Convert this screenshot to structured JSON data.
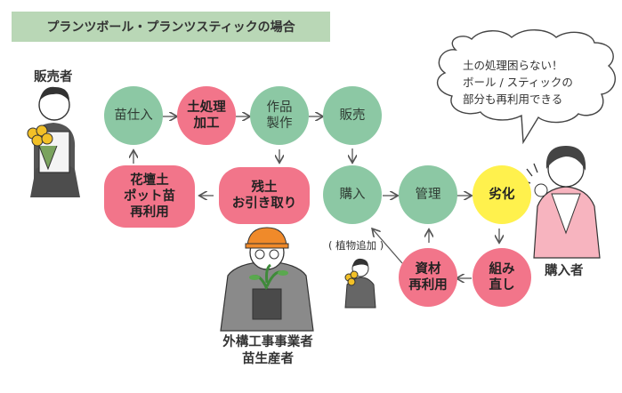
{
  "title": "プランツボール・プランツスティックの場合",
  "nodes": {
    "nae_shiire": "苗仕入",
    "tsuchi_shori": "土処理\n加工",
    "sakuhin_seisaku": "作品\n製作",
    "hanbai": "販売",
    "konyu": "購入",
    "kanri": "管理",
    "rekka": "劣化",
    "kumi_naoshi": "組み\n直し",
    "shizai_sairiyou": "資材\n再利用",
    "zando": "残土\nお引き取り",
    "kadan": "花壇土\nポット苗\n再利用"
  },
  "actors": {
    "seller": "販売者",
    "contractor": "外構工事事業者\n苗生産者",
    "buyer": "購入者"
  },
  "note_add_plants": "( 植物追加 )",
  "speech_bubble": "土の処理困らない！\nボール / スティックの\n部分も再利用できる",
  "colors": {
    "green": "#8cc8a4",
    "pink": "#f2758a",
    "yellow": "#fff14d",
    "title_bg": "#b9d7b6"
  }
}
